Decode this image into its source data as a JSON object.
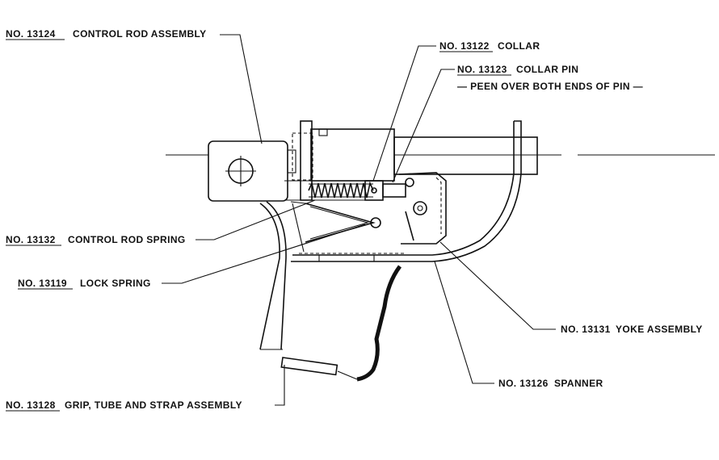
{
  "callouts": {
    "control_rod_assembly": {
      "number": "NO. 13124",
      "text": "CONTROL ROD ASSEMBLY"
    },
    "collar": {
      "number": "NO. 13122",
      "text": "COLLAR"
    },
    "collar_pin": {
      "number": "NO. 13123",
      "text": "COLLAR PIN"
    },
    "collar_pin_note": "— PEEN OVER BOTH ENDS OF PIN —",
    "control_rod_spring": {
      "number": "NO. 13132",
      "text": "CONTROL ROD SPRING"
    },
    "lock_spring": {
      "number": "NO. 13119",
      "text": "LOCK SPRING"
    },
    "yoke_assembly": {
      "number": "NO. 13131",
      "text": "YOKE ASSEMBLY"
    },
    "spanner": {
      "number": "NO. 13126",
      "text": "SPANNER"
    },
    "grip_tube_strap": {
      "number": "NO. 13128",
      "text": "GRIP, TUBE AND STRAP ASSEMBLY"
    }
  }
}
